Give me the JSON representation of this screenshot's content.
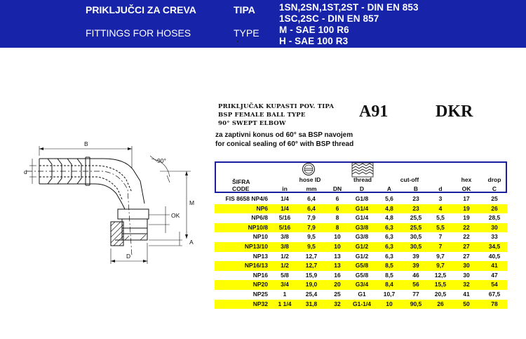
{
  "banner": {
    "left_title_hr": "PRIKLJUČCI ZA CREVA",
    "left_title_en": "FITTINGS FOR HOSES",
    "type_hr": "TIPA",
    "type_en": "TYPE",
    "standards": [
      "1SN,2SN,1ST,2ST - DIN EN 853",
      "1SC,2SC - DIN EN 857",
      "M - SAE 100 R6",
      "H - SAE 100 R3"
    ],
    "bg_color": "#1723a8"
  },
  "title": {
    "line1": "PRIKLJUČAK KUPASTI POV. TIPA",
    "line2": "BSP FEMALE BALL TYPE",
    "line3": "90° SWEPT ELBOW",
    "code1": "A91",
    "code2": "DKR",
    "note_hr": "za zaptivni konus od 60° sa BSP navojem",
    "note_en": "for conical sealing of 60° with BSP thread"
  },
  "drawing": {
    "labels": {
      "b": "B",
      "angle": "90°",
      "d_small": "d",
      "m": "M",
      "ok": "OK",
      "a": "A",
      "d_big": "D"
    }
  },
  "table": {
    "header_top": {
      "hose_id": "hose ID",
      "thread": "thread",
      "cutoff": "cut-off",
      "hex": "hex",
      "drop": "drop"
    },
    "header_sifra": "ŠIFRA",
    "header_code": "CODE",
    "header_units": {
      "in": "in",
      "mm": "mm",
      "dn": "DN",
      "d": "D",
      "a": "A",
      "b": "B",
      "dsmall": "d",
      "ok": "OK",
      "c": "C"
    },
    "highlight_color": "#ffff00",
    "rows": [
      {
        "code": "FIS 8658 NP4/6",
        "in": "1/4",
        "mm": "6,4",
        "dn": "6",
        "thread": "G1/8",
        "a": "5,6",
        "b": "23",
        "d": "3",
        "ok": "17",
        "c": "25",
        "hl": false
      },
      {
        "code": "NP6",
        "in": "1/4",
        "mm": "6,4",
        "dn": "6",
        "thread": "G1/4",
        "a": "4,8",
        "b": "23",
        "d": "4",
        "ok": "19",
        "c": "26",
        "hl": true
      },
      {
        "code": "NP6/8",
        "in": "5/16",
        "mm": "7,9",
        "dn": "8",
        "thread": "G1/4",
        "a": "4,8",
        "b": "25,5",
        "d": "5,5",
        "ok": "19",
        "c": "28,5",
        "hl": false
      },
      {
        "code": "NP10/8",
        "in": "5/16",
        "mm": "7,9",
        "dn": "8",
        "thread": "G3/8",
        "a": "6,3",
        "b": "25,5",
        "d": "5,5",
        "ok": "22",
        "c": "30",
        "hl": true
      },
      {
        "code": "NP10",
        "in": "3/8",
        "mm": "9,5",
        "dn": "10",
        "thread": "G3/8",
        "a": "6,3",
        "b": "30,5",
        "d": "7",
        "ok": "22",
        "c": "33",
        "hl": false
      },
      {
        "code": "NP13/10",
        "in": "3/8",
        "mm": "9,5",
        "dn": "10",
        "thread": "G1/2",
        "a": "6,3",
        "b": "30,5",
        "d": "7",
        "ok": "27",
        "c": "34,5",
        "hl": true
      },
      {
        "code": "NP13",
        "in": "1/2",
        "mm": "12,7",
        "dn": "13",
        "thread": "G1/2",
        "a": "6,3",
        "b": "39",
        "d": "9,7",
        "ok": "27",
        "c": "40,5",
        "hl": false
      },
      {
        "code": "NP16/13",
        "in": "1/2",
        "mm": "12,7",
        "dn": "13",
        "thread": "G5/8",
        "a": "8,5",
        "b": "39",
        "d": "9,7",
        "ok": "30",
        "c": "41",
        "hl": true
      },
      {
        "code": "NP16",
        "in": "5/8",
        "mm": "15,9",
        "dn": "16",
        "thread": "G5/8",
        "a": "8,5",
        "b": "46",
        "d": "12,5",
        "ok": "30",
        "c": "47",
        "hl": false
      },
      {
        "code": "NP20",
        "in": "3/4",
        "mm": "19,0",
        "dn": "20",
        "thread": "G3/4",
        "a": "8,4",
        "b": "56",
        "d": "15,5",
        "ok": "32",
        "c": "54",
        "hl": true
      },
      {
        "code": "NP25",
        "in": "1",
        "mm": "25,4",
        "dn": "25",
        "thread": "G1",
        "a": "10,7",
        "b": "77",
        "d": "20,5",
        "ok": "41",
        "c": "67,5",
        "hl": false
      },
      {
        "code": "NP32",
        "in": "1 1/4",
        "mm": "31,8",
        "dn": "32",
        "thread": "G1-1/4",
        "a": "10",
        "b": "90,5",
        "d": "26",
        "ok": "50",
        "c": "78",
        "hl": true
      }
    ]
  }
}
